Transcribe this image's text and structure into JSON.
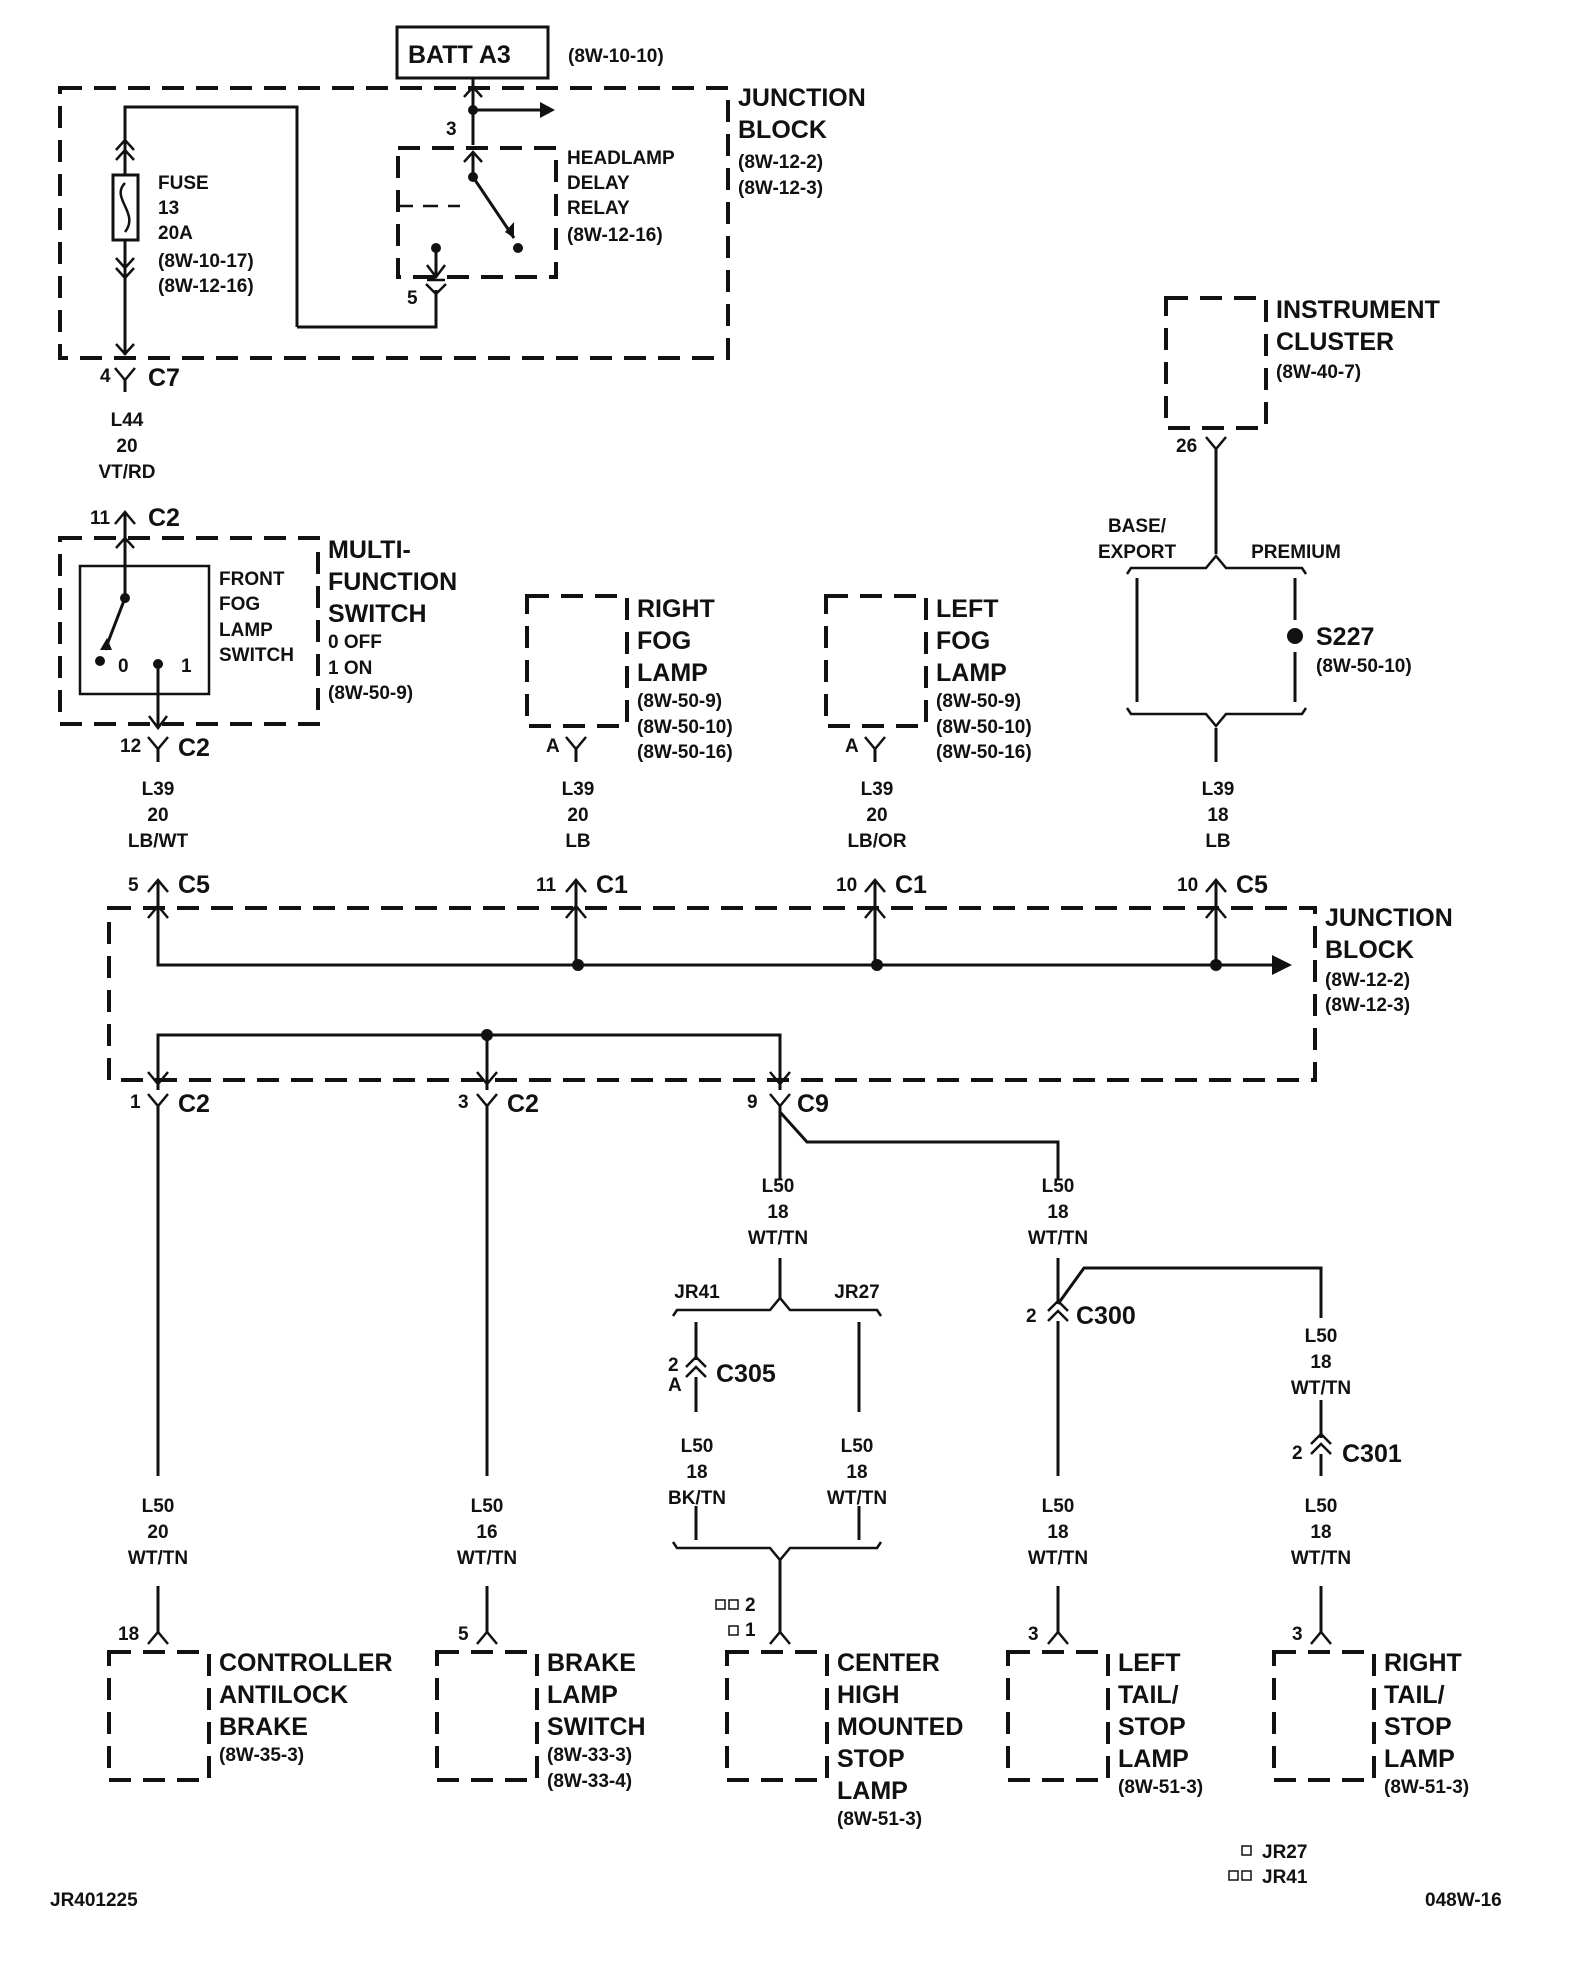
{
  "battery": {
    "label": "BATT A3",
    "ref": "(8W-10-10)"
  },
  "top_junction_block": {
    "title1": "JUNCTION",
    "title2": "BLOCK",
    "ref1": "(8W-12-2)",
    "ref2": "(8W-12-3)"
  },
  "fuse": {
    "l1": "FUSE",
    "l2": "13",
    "l3": "20A",
    "ref1": "(8W-10-17)",
    "ref2": "(8W-12-16)"
  },
  "relay": {
    "l1": "HEADLAMP",
    "l2": "DELAY",
    "l3": "RELAY",
    "ref": "(8W-12-16)",
    "pin_in": "3",
    "pin_out": "5"
  },
  "c7": {
    "pin": "4",
    "name": "C7"
  },
  "wire_l44": {
    "c": "L44",
    "g": "20",
    "col": "VT/RD"
  },
  "mfs": {
    "pin_top": "11",
    "conn_top": "C2",
    "pin_bot": "12",
    "conn_bot": "C2",
    "t1": "MULTI-",
    "t2": "FUNCTION",
    "t3": "SWITCH",
    "s1": "FRONT",
    "s2": "FOG",
    "s3": "LAMP",
    "s4": "SWITCH",
    "p0": "0",
    "p1": "1",
    "o1": "0 OFF",
    "o2": "1 ON",
    "ref": "(8W-50-9)"
  },
  "right_fog": {
    "t1": "RIGHT",
    "t2": "FOG",
    "t3": "LAMP",
    "r1": "(8W-50-9)",
    "r2": "(8W-50-10)",
    "r3": "(8W-50-16)",
    "pin": "A"
  },
  "left_fog": {
    "t1": "LEFT",
    "t2": "FOG",
    "t3": "LAMP",
    "r1": "(8W-50-9)",
    "r2": "(8W-50-10)",
    "r3": "(8W-50-16)",
    "pin": "A"
  },
  "cluster": {
    "t1": "INSTRUMENT",
    "t2": "CLUSTER",
    "ref": "(8W-40-7)",
    "pin": "26"
  },
  "variants": {
    "base": "BASE/",
    "export": "EXPORT",
    "premium": "PREMIUM"
  },
  "splice_s227": {
    "name": "S227",
    "ref": "(8W-50-10)"
  },
  "wire_l39_a": {
    "c": "L39",
    "g": "20",
    "col": "LB/WT"
  },
  "wire_l39_b": {
    "c": "L39",
    "g": "20",
    "col": "LB"
  },
  "wire_l39_c": {
    "c": "L39",
    "g": "20",
    "col": "LB/OR"
  },
  "wire_l39_d": {
    "c": "L39",
    "g": "18",
    "col": "LB"
  },
  "jb2_conns": [
    {
      "pin": "5",
      "name": "C5"
    },
    {
      "pin": "11",
      "name": "C1"
    },
    {
      "pin": "10",
      "name": "C1"
    },
    {
      "pin": "10",
      "name": "C5"
    }
  ],
  "jb2": {
    "title1": "JUNCTION",
    "title2": "BLOCK",
    "ref1": "(8W-12-2)",
    "ref2": "(8W-12-3)"
  },
  "jb2_out": [
    {
      "pin": "1",
      "name": "C2"
    },
    {
      "pin": "3",
      "name": "C2"
    },
    {
      "pin": "9",
      "name": "C9"
    }
  ],
  "wire_l50_1": {
    "c": "L50",
    "g": "20",
    "col": "WT/TN"
  },
  "wire_l50_2": {
    "c": "L50",
    "g": "16",
    "col": "WT/TN"
  },
  "wire_l50_3": {
    "c": "L50",
    "g": "18",
    "col": "WT/TN"
  },
  "wire_l50_4": {
    "c": "L50",
    "g": "18",
    "col": "WT/TN"
  },
  "branch_chmsl": {
    "left": "JR41",
    "right": "JR27"
  },
  "c305": {
    "p1": "2",
    "p2": "A",
    "name": "C305"
  },
  "wire_l50_5": {
    "c": "L50",
    "g": "18",
    "col": "BK/TN"
  },
  "wire_l50_6": {
    "c": "L50",
    "g": "18",
    "col": "WT/TN"
  },
  "c300": {
    "pin": "2",
    "name": "C300"
  },
  "wire_l50_7": {
    "c": "L50",
    "g": "18",
    "col": "WT/TN"
  },
  "c301": {
    "pin": "2",
    "name": "C301"
  },
  "wire_l50_8": {
    "c": "L50",
    "g": "18",
    "col": "WT/TN"
  },
  "wire_l50_9": {
    "c": "L50",
    "g": "18",
    "col": "WT/TN"
  },
  "abs": {
    "pin": "18",
    "t1": "CONTROLLER",
    "t2": "ANTILOCK",
    "t3": "BRAKE",
    "ref": "(8W-35-3)"
  },
  "brake_switch": {
    "pin": "5",
    "t1": "BRAKE",
    "t2": "LAMP",
    "t3": "SWITCH",
    "r1": "(8W-33-3)",
    "r2": "(8W-33-4)"
  },
  "chmsl": {
    "pin_a": "2",
    "pin_b": "1",
    "t1": "CENTER",
    "t2": "HIGH",
    "t3": "MOUNTED",
    "t4": "STOP",
    "t5": "LAMP",
    "ref": "(8W-51-3)"
  },
  "left_tail": {
    "pin": "3",
    "t1": "LEFT",
    "t2": "TAIL/",
    "t3": "STOP",
    "t4": "LAMP",
    "ref": "(8W-51-3)"
  },
  "right_tail": {
    "pin": "3",
    "t1": "RIGHT",
    "t2": "TAIL/",
    "t3": "STOP",
    "t4": "LAMP",
    "ref": "(8W-51-3)"
  },
  "legend": {
    "jr27": "JR27",
    "jr41": "JR41"
  },
  "footer": {
    "left": "JR401225",
    "right": "048W-16"
  }
}
